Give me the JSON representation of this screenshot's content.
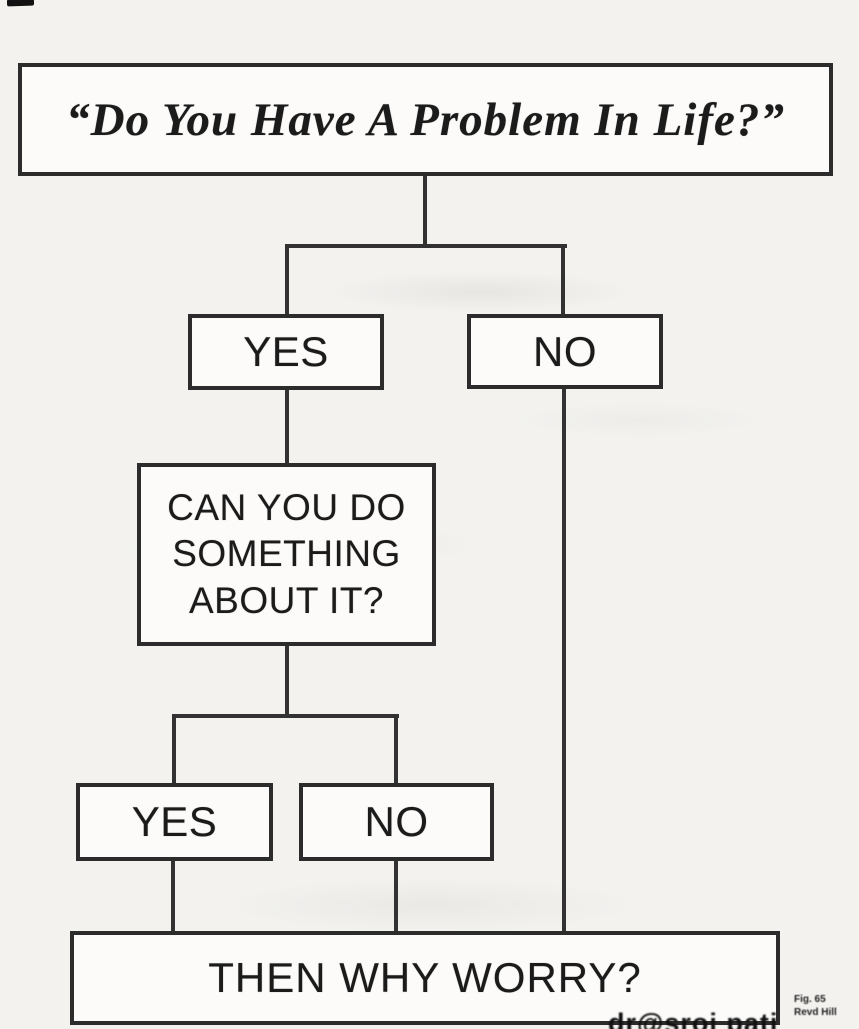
{
  "flowchart": {
    "root_question": "“Do You Have A Problem In Life?”",
    "branch1": {
      "yes": "YES",
      "no": "NO"
    },
    "question2_lines": [
      "CAN YOU DO",
      "SOMETHING",
      "ABOUT IT?"
    ],
    "branch2": {
      "yes": "YES",
      "no": "NO"
    },
    "conclusion": "THEN WHY WORRY?"
  },
  "caption": {
    "figure": "Fig. 65",
    "credit": "Revd Hill"
  },
  "watermark": "dr@sroj pati",
  "colors": {
    "ink": "#2c2c2c",
    "background": "#f3f2ef",
    "box_fill": "#fcfbf9"
  }
}
